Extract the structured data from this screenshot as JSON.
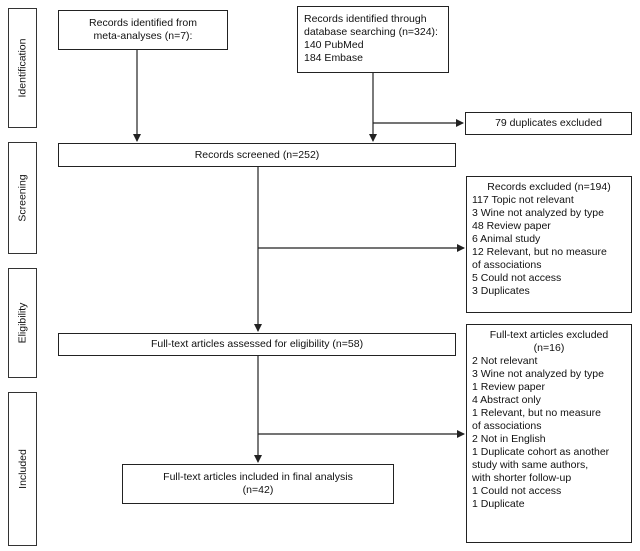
{
  "phases": [
    "Identification",
    "Screening",
    "Eligibility",
    "Included"
  ],
  "nodes": {
    "meta": [
      "Records identified from",
      "meta-analyses (n=7):"
    ],
    "database": [
      "Records identified through",
      "database searching (n=324):",
      "140 PubMed",
      "184 Embase"
    ],
    "duplicates": "79 duplicates excluded",
    "screened": "Records screened (n=252)",
    "excluded1": {
      "title": "Records excluded (n=194)",
      "lines": [
        "117 Topic not relevant",
        "3 Wine not analyzed by type",
        "48 Review paper",
        "6 Animal study",
        "12 Relevant, but no measure",
        "of associations",
        "5 Could not access",
        "3 Duplicates"
      ]
    },
    "fulltext": "Full-text articles assessed for eligibility (n=58)",
    "excluded2": {
      "title": [
        "Full-text articles excluded",
        "(n=16)"
      ],
      "lines": [
        "2 Not relevant",
        "3 Wine not analyzed by type",
        "1 Review paper",
        "4 Abstract only",
        "1 Relevant, but no measure",
        "of associations",
        "2 Not in English",
        "1 Duplicate cohort as another",
        "study with same authors,",
        "with shorter follow-up",
        "1 Could not access",
        "1 Duplicate"
      ]
    },
    "included": [
      "Full-text articles included in final analysis",
      "(n=42)"
    ]
  }
}
